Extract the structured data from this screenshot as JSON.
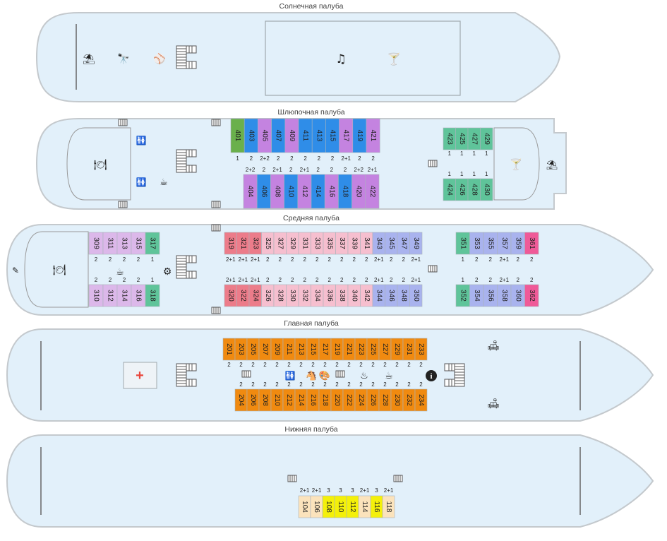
{
  "colors": {
    "hull_fill": "#e2f0fa",
    "hull_stroke": "#c4c9cd",
    "white": "#e6ebef",
    "cabin_border": "#aab3bb"
  },
  "decks": [
    {
      "key": "sun",
      "title": "Солнечная палуба",
      "cabins": [],
      "labels": [],
      "icons": [
        {
          "name": "sunbed-icon",
          "glyph": "⛱"
        },
        {
          "name": "telescope-icon",
          "glyph": "🔭"
        },
        {
          "name": "games-icon",
          "glyph": "⚾"
        },
        {
          "name": "music-icon",
          "glyph": "♫"
        },
        {
          "name": "cocktail-icon",
          "glyph": "🍸"
        }
      ]
    },
    {
      "key": "boat",
      "title": "Шлюпочная палуба",
      "cabins": [
        {
          "n": "401",
          "c": "#6ab04c"
        },
        {
          "n": "403",
          "c": "#2f8de8"
        },
        {
          "n": "405",
          "c": "#c483e0"
        },
        {
          "n": "407",
          "c": "#2f8de8"
        },
        {
          "n": "409",
          "c": "#c483e0"
        },
        {
          "n": "411",
          "c": "#2f8de8"
        },
        {
          "n": "413",
          "c": "#2f8de8"
        },
        {
          "n": "415",
          "c": "#2f8de8"
        },
        {
          "n": "417",
          "c": "#c483e0"
        },
        {
          "n": "419",
          "c": "#2f8de8"
        },
        {
          "n": "421",
          "c": "#c483e0"
        },
        {
          "n": "404",
          "c": "#c483e0"
        },
        {
          "n": "406",
          "c": "#2f8de8"
        },
        {
          "n": "408",
          "c": "#c483e0"
        },
        {
          "n": "410",
          "c": "#2f8de8"
        },
        {
          "n": "412",
          "c": "#c483e0"
        },
        {
          "n": "414",
          "c": "#2f8de8"
        },
        {
          "n": "416",
          "c": "#c483e0"
        },
        {
          "n": "418",
          "c": "#2f8de8"
        },
        {
          "n": "420",
          "c": "#c483e0"
        },
        {
          "n": "422",
          "c": "#c483e0"
        },
        {
          "n": "423",
          "c": "#5fc49a"
        },
        {
          "n": "425",
          "c": "#5fc49a"
        },
        {
          "n": "427",
          "c": "#5fc49a"
        },
        {
          "n": "429",
          "c": "#5fc49a"
        },
        {
          "n": "424",
          "c": "#5fc49a"
        },
        {
          "n": "426",
          "c": "#5fc49a"
        },
        {
          "n": "428",
          "c": "#5fc49a"
        },
        {
          "n": "430",
          "c": "#5fc49a"
        }
      ],
      "labels": [
        "1",
        "2",
        "2+2",
        "2",
        "2",
        "2",
        "2",
        "2",
        "2+1",
        "2",
        "2",
        "2+2",
        "2",
        "2+1",
        "2",
        "2+1",
        "2",
        "2",
        "2",
        "2+2",
        "2+1",
        "1",
        "1",
        "1",
        "1",
        "1",
        "1",
        "1",
        "1"
      ],
      "icons": [
        {
          "name": "wc-icon",
          "glyph": "🚻"
        },
        {
          "name": "restaurant-icon",
          "glyph": "🍽"
        },
        {
          "name": "wc-icon-2",
          "glyph": "🚻"
        },
        {
          "name": "coffee-machine-icon",
          "glyph": "☕"
        },
        {
          "name": "bar-icon",
          "glyph": "🍸"
        },
        {
          "name": "terrace-icon",
          "glyph": "⛱"
        }
      ]
    },
    {
      "key": "middle",
      "title": "Средняя палуба",
      "cabins": [
        {
          "n": "309",
          "c": "#dcb8ea"
        },
        {
          "n": "311",
          "c": "#dcb8ea"
        },
        {
          "n": "313",
          "c": "#dcb8ea"
        },
        {
          "n": "315",
          "c": "#dcb8ea"
        },
        {
          "n": "317",
          "c": "#5fc49a"
        },
        {
          "n": "310",
          "c": "#dcb8ea"
        },
        {
          "n": "312",
          "c": "#dcb8ea"
        },
        {
          "n": "314",
          "c": "#dcb8ea"
        },
        {
          "n": "316",
          "c": "#dcb8ea"
        },
        {
          "n": "318",
          "c": "#5fc49a"
        },
        {
          "n": "319",
          "c": "#ec7c8a"
        },
        {
          "n": "321",
          "c": "#ec7c8a"
        },
        {
          "n": "323",
          "c": "#ec7c8a"
        },
        {
          "n": "325",
          "c": "#f6bfcf"
        },
        {
          "n": "327",
          "c": "#f6bfcf"
        },
        {
          "n": "329",
          "c": "#f6bfcf"
        },
        {
          "n": "331",
          "c": "#f6bfcf"
        },
        {
          "n": "333",
          "c": "#f6bfcf"
        },
        {
          "n": "335",
          "c": "#f6bfcf"
        },
        {
          "n": "337",
          "c": "#f6bfcf"
        },
        {
          "n": "339",
          "c": "#f6bfcf"
        },
        {
          "n": "341",
          "c": "#f6bfcf"
        },
        {
          "n": "343",
          "c": "#a9b3ee"
        },
        {
          "n": "345",
          "c": "#a9b3ee"
        },
        {
          "n": "347",
          "c": "#a9b3ee"
        },
        {
          "n": "349",
          "c": "#a9b3ee"
        },
        {
          "n": "320",
          "c": "#ec7c8a"
        },
        {
          "n": "322",
          "c": "#ec7c8a"
        },
        {
          "n": "324",
          "c": "#ec7c8a"
        },
        {
          "n": "326",
          "c": "#f6bfcf"
        },
        {
          "n": "328",
          "c": "#f6bfcf"
        },
        {
          "n": "330",
          "c": "#f6bfcf"
        },
        {
          "n": "332",
          "c": "#f6bfcf"
        },
        {
          "n": "334",
          "c": "#f6bfcf"
        },
        {
          "n": "336",
          "c": "#f6bfcf"
        },
        {
          "n": "338",
          "c": "#f6bfcf"
        },
        {
          "n": "340",
          "c": "#f6bfcf"
        },
        {
          "n": "342",
          "c": "#f6bfcf"
        },
        {
          "n": "344",
          "c": "#a9b3ee"
        },
        {
          "n": "346",
          "c": "#a9b3ee"
        },
        {
          "n": "348",
          "c": "#a9b3ee"
        },
        {
          "n": "350",
          "c": "#a9b3ee"
        },
        {
          "n": "351",
          "c": "#5fc49a"
        },
        {
          "n": "353",
          "c": "#a9b3ee"
        },
        {
          "n": "355",
          "c": "#a9b3ee"
        },
        {
          "n": "357",
          "c": "#a9b3ee"
        },
        {
          "n": "359",
          "c": "#a9b3ee"
        },
        {
          "n": "361",
          "c": "#ef5a98"
        },
        {
          "n": "352",
          "c": "#5fc49a"
        },
        {
          "n": "354",
          "c": "#a9b3ee"
        },
        {
          "n": "356",
          "c": "#a9b3ee"
        },
        {
          "n": "358",
          "c": "#a9b3ee"
        },
        {
          "n": "360",
          "c": "#a9b3ee"
        },
        {
          "n": "362",
          "c": "#ef5a98"
        }
      ],
      "labels": [
        "2",
        "2",
        "2",
        "2",
        "1",
        "2",
        "2",
        "2",
        "2",
        "1",
        "2+1",
        "2+1",
        "2+1",
        "2",
        "2",
        "2",
        "2",
        "2",
        "2",
        "2",
        "2",
        "2",
        "2+1",
        "2",
        "2",
        "2+1",
        "2+1",
        "2+1",
        "2+1",
        "2",
        "2",
        "2",
        "2",
        "2",
        "2",
        "2",
        "2",
        "2",
        "2+1",
        "2",
        "2",
        "2+1",
        "1",
        "2",
        "2",
        "2+1",
        "2",
        "2",
        "1",
        "2",
        "2",
        "2+1",
        "2",
        "2"
      ],
      "icons": [
        {
          "name": "restaurant-icon",
          "glyph": "🍽"
        },
        {
          "name": "hot-water-icon",
          "glyph": "☕"
        },
        {
          "name": "laundry-icon",
          "glyph": "⚙"
        },
        {
          "name": "bow-pen-icon",
          "glyph": "✎"
        }
      ]
    },
    {
      "key": "main",
      "title": "Главная палуба",
      "cabins": [
        {
          "n": "201",
          "c": "#f08a10"
        },
        {
          "n": "203",
          "c": "#f08a10"
        },
        {
          "n": "205",
          "c": "#f08a10"
        },
        {
          "n": "207",
          "c": "#f08a10"
        },
        {
          "n": "209",
          "c": "#f08a10"
        },
        {
          "n": "211",
          "c": "#f08a10"
        },
        {
          "n": "213",
          "c": "#f08a10"
        },
        {
          "n": "215",
          "c": "#f08a10"
        },
        {
          "n": "217",
          "c": "#f08a10"
        },
        {
          "n": "219",
          "c": "#f08a10"
        },
        {
          "n": "221",
          "c": "#f08a10"
        },
        {
          "n": "223",
          "c": "#f08a10"
        },
        {
          "n": "225",
          "c": "#f08a10"
        },
        {
          "n": "227",
          "c": "#f08a10"
        },
        {
          "n": "229",
          "c": "#f08a10"
        },
        {
          "n": "231",
          "c": "#f08a10"
        },
        {
          "n": "233",
          "c": "#f08a10"
        },
        {
          "n": "204",
          "c": "#f08a10"
        },
        {
          "n": "206",
          "c": "#f08a10"
        },
        {
          "n": "208",
          "c": "#f08a10"
        },
        {
          "n": "210",
          "c": "#f08a10"
        },
        {
          "n": "212",
          "c": "#f08a10"
        },
        {
          "n": "214",
          "c": "#f08a10"
        },
        {
          "n": "216",
          "c": "#f08a10"
        },
        {
          "n": "218",
          "c": "#f08a10"
        },
        {
          "n": "220",
          "c": "#f08a10"
        },
        {
          "n": "222",
          "c": "#f08a10"
        },
        {
          "n": "224",
          "c": "#f08a10"
        },
        {
          "n": "226",
          "c": "#f08a10"
        },
        {
          "n": "228",
          "c": "#f08a10"
        },
        {
          "n": "230",
          "c": "#f08a10"
        },
        {
          "n": "232",
          "c": "#f08a10"
        },
        {
          "n": "234",
          "c": "#f08a10"
        }
      ],
      "labels": [
        "2",
        "2",
        "2",
        "2",
        "2",
        "2",
        "2",
        "2",
        "2",
        "2",
        "2",
        "2",
        "2",
        "2",
        "2",
        "2",
        "2",
        "2",
        "2",
        "2",
        "2",
        "2",
        "2",
        "2",
        "2",
        "2",
        "2",
        "2",
        "2",
        "2",
        "2",
        "2",
        "2"
      ],
      "icons": [
        {
          "name": "medical-icon",
          "glyph": "+"
        },
        {
          "name": "wc-icon",
          "glyph": "🚻"
        },
        {
          "name": "kids-room-icon",
          "glyph": "🐴"
        },
        {
          "name": "art-palette-icon",
          "glyph": "🎨"
        },
        {
          "name": "ironing-icon",
          "glyph": "♨"
        },
        {
          "name": "hot-water-icon",
          "glyph": "☕"
        },
        {
          "name": "info-icon",
          "glyph": "i"
        },
        {
          "name": "sofa-icon",
          "glyph": "🛋"
        },
        {
          "name": "sofa-icon-2",
          "glyph": "🛋"
        }
      ]
    },
    {
      "key": "lower",
      "title": "Нижняя палуба",
      "cabins": [
        {
          "n": "104",
          "c": "#fbe3bc"
        },
        {
          "n": "106",
          "c": "#fbe3bc"
        },
        {
          "n": "108",
          "c": "#f4f00a"
        },
        {
          "n": "110",
          "c": "#f4f00a"
        },
        {
          "n": "112",
          "c": "#f4f00a"
        },
        {
          "n": "114",
          "c": "#fbe3bc"
        },
        {
          "n": "116",
          "c": "#f4f00a"
        },
        {
          "n": "118",
          "c": "#fbe3bc"
        }
      ],
      "labels": [
        "2+1",
        "2+1",
        "3",
        "3",
        "3",
        "2+1",
        "3",
        "2+1"
      ],
      "icons": []
    }
  ]
}
